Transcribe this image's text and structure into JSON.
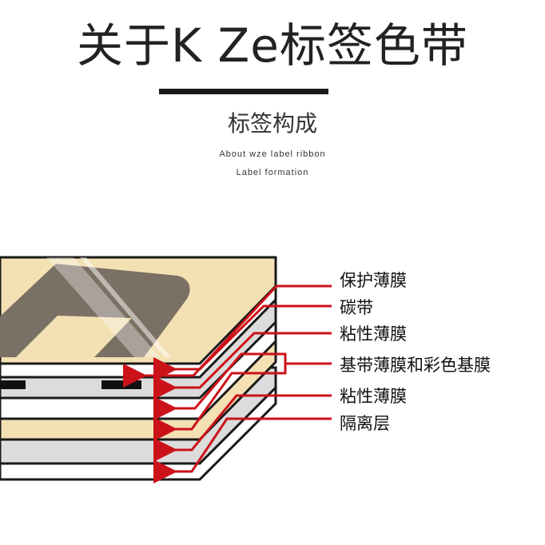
{
  "header": {
    "title": "关于K Ze标签色带",
    "subtitle": "标签构成",
    "english_line_1": "About wze label ribbon",
    "english_line_2": "Label formation"
  },
  "layers": [
    {
      "label": "保护薄膜"
    },
    {
      "label": "碳带"
    },
    {
      "label": "粘性薄膜"
    },
    {
      "label": "基带薄膜和彩色基膜"
    },
    {
      "label": "粘性薄膜"
    },
    {
      "label": "隔离层"
    }
  ],
  "colors": {
    "beige": "#f3e0b3",
    "gray": "#dcdcdc",
    "logo": "#7b7064",
    "arrow": "#cc1219",
    "outline": "#1a1a1a"
  }
}
